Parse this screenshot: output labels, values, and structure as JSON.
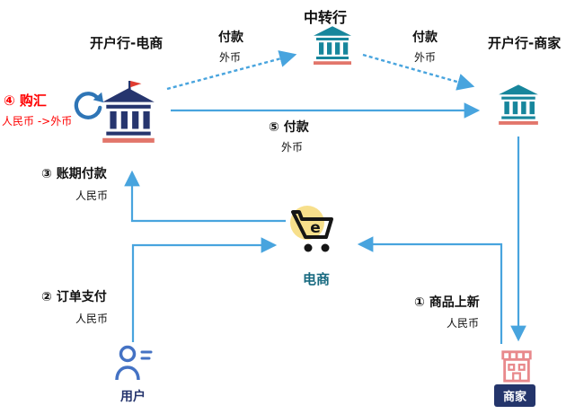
{
  "nodes": {
    "transfer_bank": {
      "label": "中转行"
    },
    "ecommerce_bank": {
      "label": "开户行-电商"
    },
    "merchant_bank": {
      "label": "开户行-商家"
    },
    "ecommerce_platform": {
      "label": "电商"
    },
    "user": {
      "label": "用户"
    },
    "merchant": {
      "label": "商家"
    }
  },
  "edges": {
    "ecommerce_bank_to_transfer_bank": {
      "label": "付款",
      "sublabel": "外币",
      "style": "dashed"
    },
    "transfer_bank_to_merchant_bank": {
      "label": "付款",
      "sublabel": "外币",
      "style": "dashed"
    },
    "step5_payment": {
      "label": "⑤ 付款",
      "sublabel": "外币",
      "style": "solid"
    },
    "step4_buy_fx": {
      "label": "④ 购汇",
      "sublabel": "人民币 ->外币",
      "color": "#FF0000"
    },
    "step3_credit_payment": {
      "label": "③ 账期付款",
      "sublabel": "人民币"
    },
    "step2_order_payment": {
      "label": "② 订单支付",
      "sublabel": "人民币"
    },
    "step1_product_listing": {
      "label": "① 商品上新",
      "sublabel": "人民币"
    }
  },
  "icons": {
    "transfer_bank": "bank-icon",
    "ecommerce_bank": "bank-flag-icon",
    "merchant_bank": "bank-icon",
    "ecommerce_platform": "shopping-cart-icon",
    "user": "user-icon",
    "merchant": "storefront-icon",
    "fx": "currency-exchange-icon"
  },
  "colors": {
    "arrow_blue": "#48A4DE",
    "step_red": "#FF0000",
    "bank_teal": "#17869C",
    "bank_navy": "#26356E",
    "icon_base_red": "#E2766B",
    "user_blue": "#4472C4",
    "merchant_pink": "#E8898C",
    "cart_yellow": "#F7DF8B",
    "ecommerce_label_color": "#186A80",
    "merchant_badge_bg": "#24356B",
    "text_dark": "#111111"
  }
}
